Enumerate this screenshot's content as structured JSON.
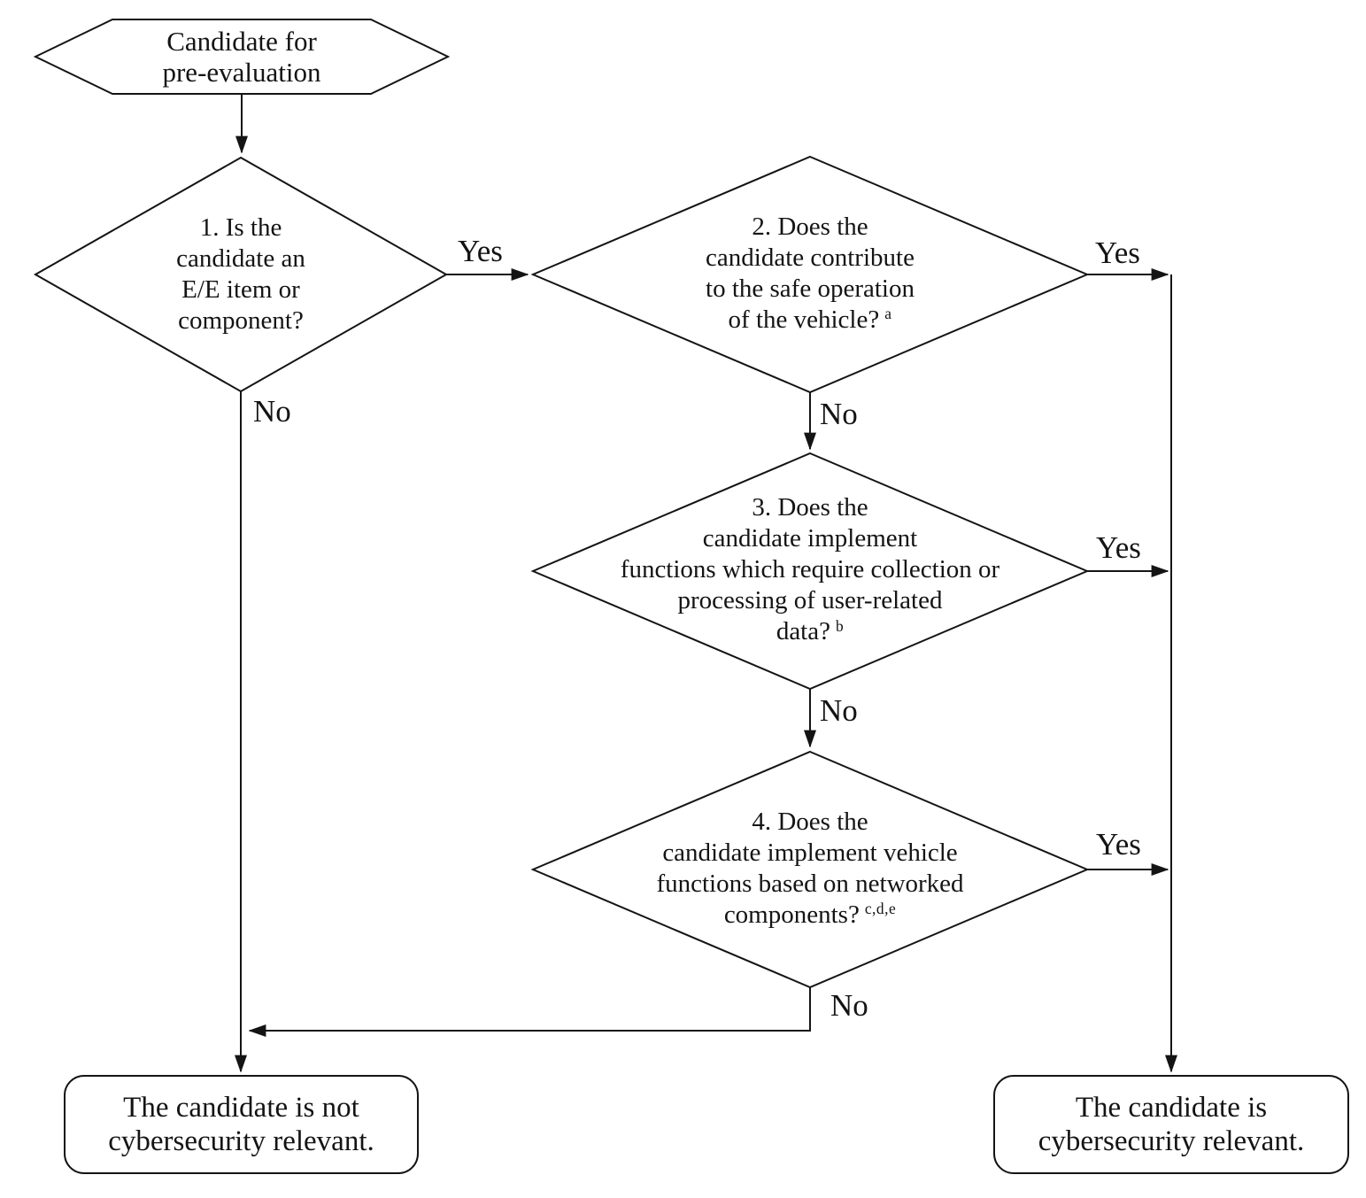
{
  "colors": {
    "stroke": "#141414",
    "text": "#141414",
    "background": "#ffffff"
  },
  "flowchart": {
    "start": {
      "line1": "Candidate for",
      "line2": "pre-evaluation"
    },
    "d1": {
      "line1": "1. Is the",
      "line2": "candidate an",
      "line3": "E/E item or",
      "line4": "component?"
    },
    "d2": {
      "line1": "2. Does the",
      "line2": "candidate contribute",
      "line3": "to the safe operation",
      "line4": "of the vehicle?",
      "sup": "a"
    },
    "d3": {
      "line1": "3. Does the",
      "line2": "candidate implement",
      "line3": "functions which require collection or",
      "line4": "processing of user-related",
      "line5": "data?",
      "sup": "b"
    },
    "d4": {
      "line1": "4. Does the",
      "line2": "candidate implement vehicle",
      "line3": "functions based on networked",
      "line4": "components?",
      "sup": "c,d,e"
    },
    "labels": {
      "yes": "Yes",
      "no": "No"
    },
    "end_negative": {
      "line1": "The candidate is not",
      "line2": "cybersecurity relevant."
    },
    "end_positive": {
      "line1": "The candidate is",
      "line2": "cybersecurity relevant."
    }
  }
}
